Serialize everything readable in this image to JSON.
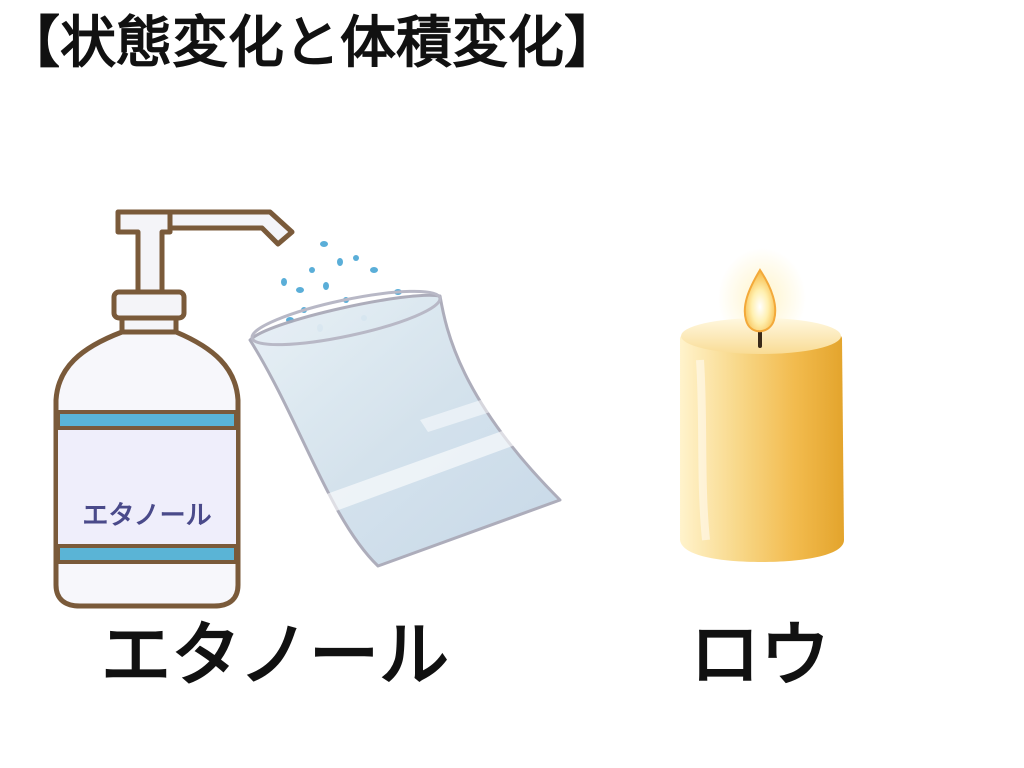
{
  "slide": {
    "title": "【状態変化と体積変化】"
  },
  "items": [
    {
      "caption": "エタノール",
      "bottle_label": "エタノール"
    },
    {
      "caption": "ロウ"
    }
  ],
  "colors": {
    "outline": "#7a5a3a",
    "label_band": "#5ab4d6",
    "bottle_fill": "#f7f7fb",
    "label_fill": "#efeefb",
    "spray": "#5aaed8",
    "bag_fill": "#dbe7f0",
    "bag_edge": "#a9a9b8",
    "candle_body": "#f5c866",
    "candle_light": "#fff1c8",
    "flame": "#ffd46b"
  },
  "icons": [
    "spray-bottle-icon",
    "plastic-bag-icon",
    "candle-icon",
    "flame-icon"
  ]
}
